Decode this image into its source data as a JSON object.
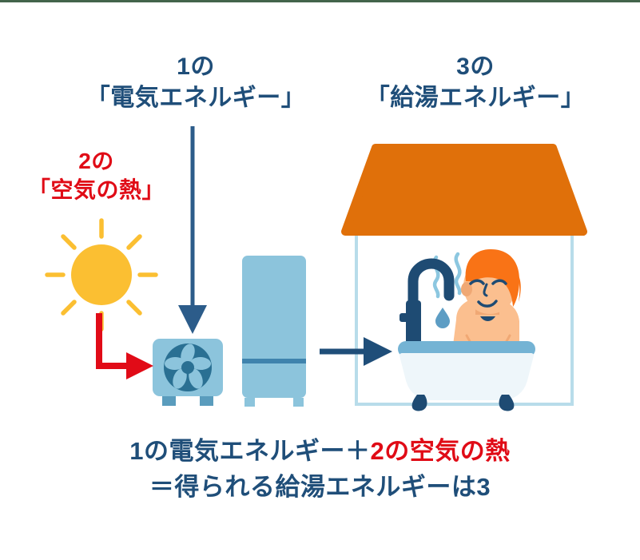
{
  "diagram": {
    "title_labels": {
      "electric_energy": "1の\n「電気エネルギー」",
      "hot_water_energy": "3の\n「給湯エネルギー」",
      "air_heat": "2の\n「空気の熱」"
    },
    "summary": {
      "line1_part1": "1の電気エネルギー＋",
      "line1_part2_red": "2の空気の熱",
      "line2": "＝得られる給湯エネルギーは3"
    },
    "numbers": {
      "electric_input": "1",
      "air_heat_input": "2",
      "hot_water_output": "3"
    },
    "colors": {
      "blue_text": "#1f4e79",
      "red_text": "#e00b16",
      "arrow_blue": "#2c5c8a",
      "arrow_red": "#e10b17",
      "sun_yellow": "#fbbf32",
      "roof_orange": "#e0700a",
      "unit_light_blue": "#8cc4dc",
      "unit_dark_teal": "#2a7093",
      "wall_blue": "#b8dcea",
      "tub_rim": "#74b3d4",
      "tub_body": "#eef6fa",
      "faucet_navy": "#1e4b73",
      "hair_orange": "#f97316",
      "skin_peach": "#fbbf8f",
      "top_rule": "#43644b"
    },
    "elements": {
      "sun": "sun-icon",
      "heat_pump": "heat-pump-outdoor-unit",
      "tank": "hot-water-storage-tank",
      "house": "house-outline",
      "roof": "roof-shape",
      "bathtub": "bathtub",
      "person": "person-bathing",
      "steam": "steam-wisps",
      "water_drop": "water-drop-icon",
      "arrow_down_blue": "arrow-down-electric",
      "arrow_red_elbow": "arrow-elbow-air-heat",
      "arrow_right_blue": "arrow-right-hot-water"
    }
  }
}
